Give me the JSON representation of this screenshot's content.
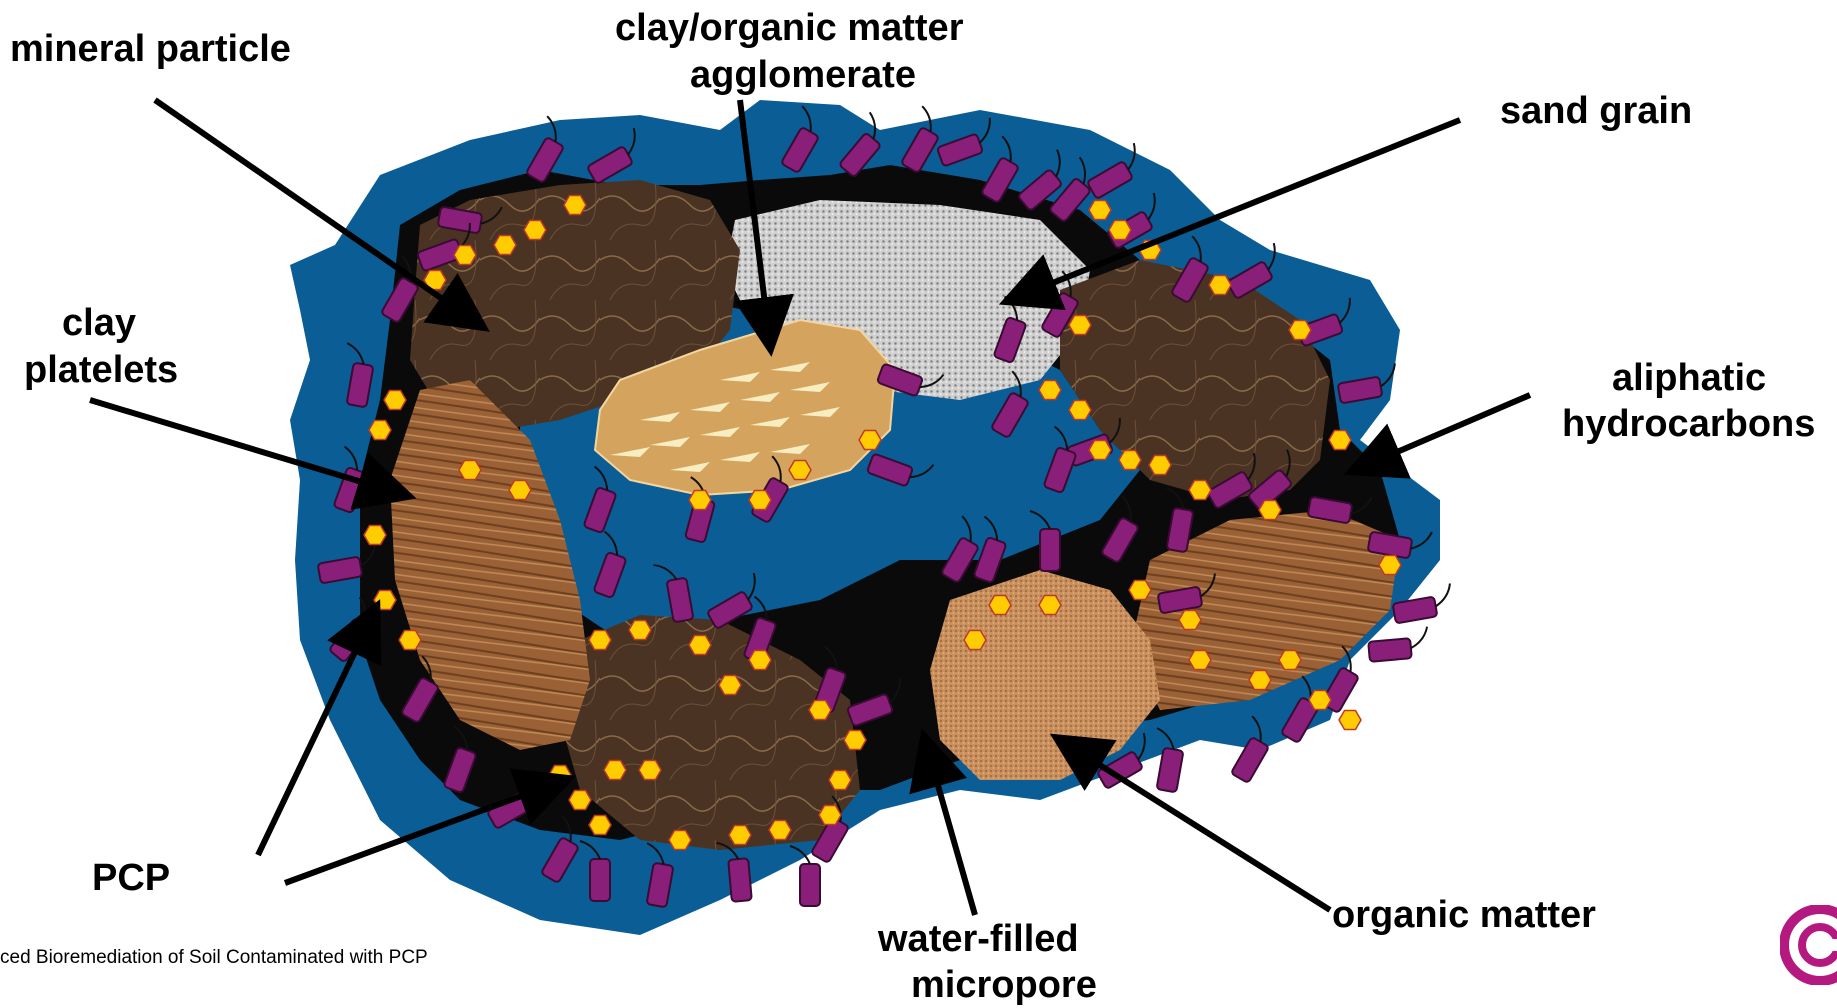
{
  "labels": {
    "mineral_particle": "mineral particle",
    "clay_organic_line1": "clay/organic matter",
    "clay_organic_line2": "agglomerate",
    "sand_grain": "sand grain",
    "clay_platelets_line1": "clay",
    "clay_platelets_line2": "platelets",
    "aliphatic_line1": "aliphatic",
    "aliphatic_line2": "hydrocarbons",
    "pcp": "PCP",
    "water_filled_line1": "water-filled",
    "water_filled_line2": "micropore",
    "organic_matter": "organic matter"
  },
  "footer": {
    "text": "ced Bioremediation of Soil Contaminated with PCP"
  },
  "colors": {
    "water": "#0b5d96",
    "black_film": "#0a0a0a",
    "mineral": "#4a3322",
    "clay": "#9a6136",
    "sand": "#c9c9c9",
    "organic": "#c98f5c",
    "agglomerate": "#d4a35e",
    "bacteria": "#8a1f7a",
    "pcp": "#ffcc00",
    "logo": "#b3197f"
  }
}
